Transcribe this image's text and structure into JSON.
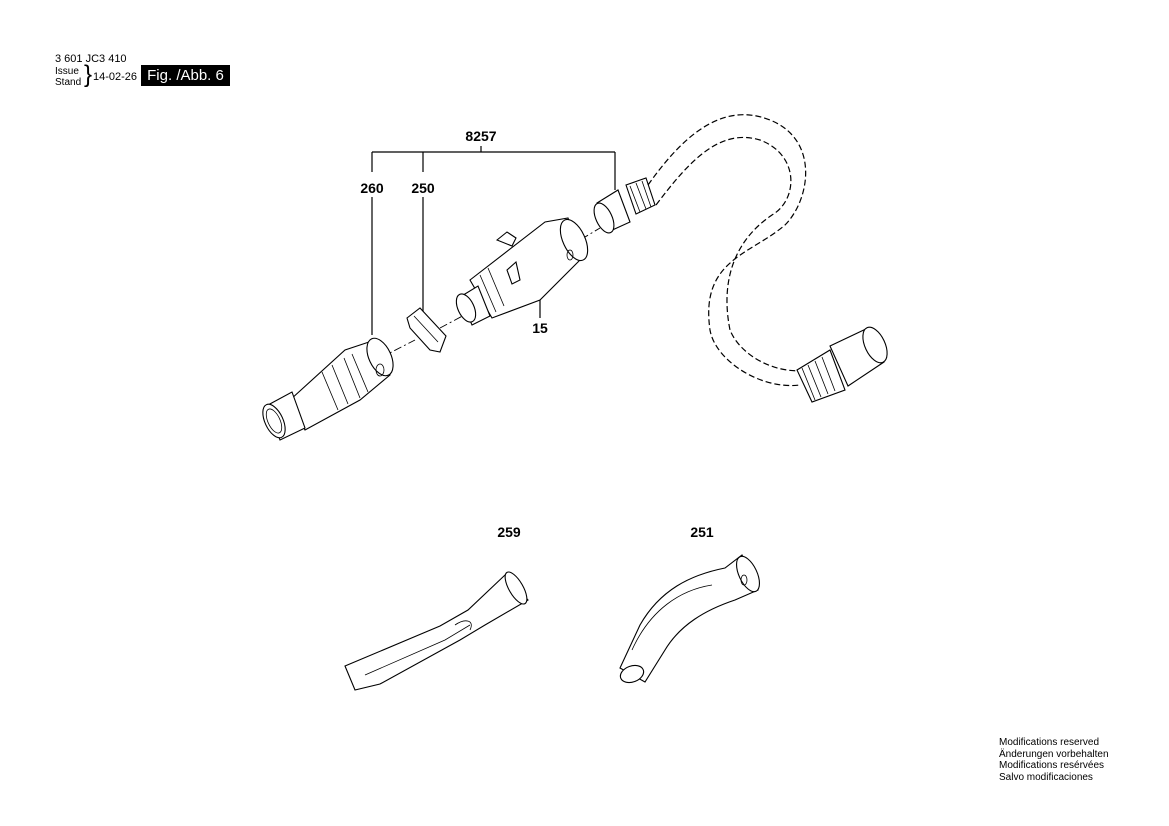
{
  "header": {
    "doc_number": "3 601 JC3 410",
    "issue_label": "Issue",
    "stand_label": "Stand",
    "issue_date": "14-02-26",
    "figure_label": "Fig. /Abb. 6"
  },
  "parts": {
    "assembly": "8257",
    "nozzle_adapter": "260",
    "ring": "250",
    "hose_adapter": "15",
    "crevice_nozzle": "259",
    "bent_tube": "251"
  },
  "footer": {
    "lines": [
      "Modifications reserved",
      "Änderungen vorbehalten",
      "Modifications resérvées",
      "Salvo modificaciones"
    ]
  }
}
